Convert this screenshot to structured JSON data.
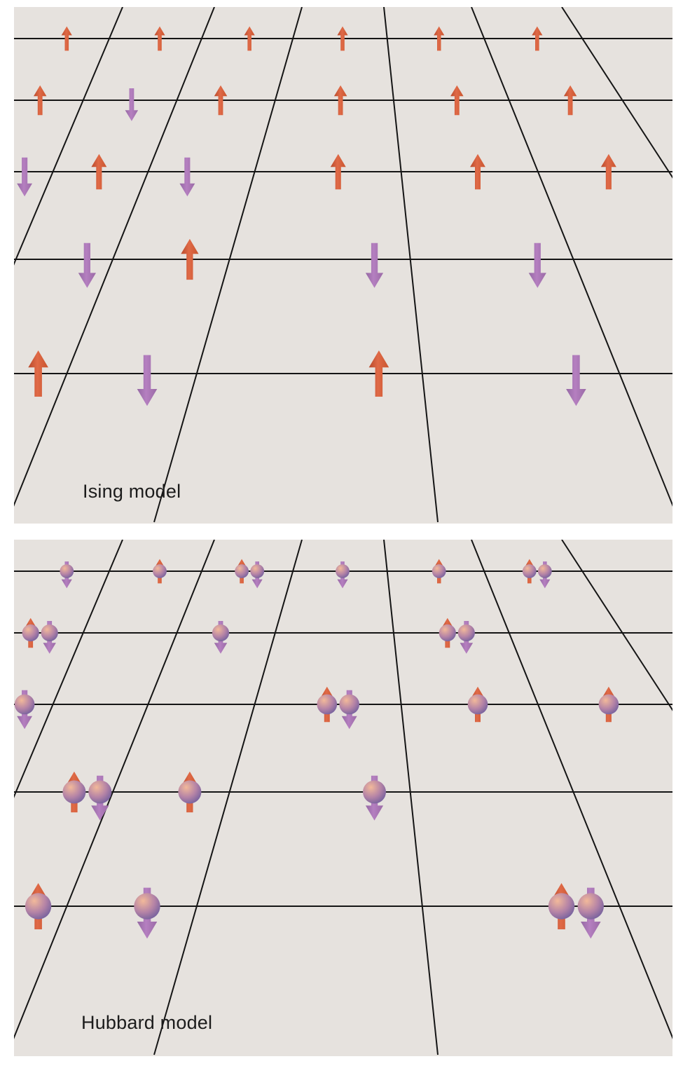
{
  "panels": [
    {
      "id": "ising",
      "label": "Ising model",
      "rows": [
        [
          [
            "up"
          ],
          [
            "up"
          ],
          [
            "up"
          ],
          [
            "up"
          ],
          [
            "up"
          ],
          [
            "up"
          ]
        ],
        [
          [
            "up"
          ],
          [
            "down"
          ],
          [
            "up"
          ],
          [
            "up"
          ],
          [
            "up"
          ],
          [
            "up"
          ]
        ],
        [
          [
            "down"
          ],
          [
            "up"
          ],
          [
            "down"
          ],
          [
            "up"
          ],
          [
            "up"
          ],
          [
            "up"
          ]
        ],
        [
          [
            "down"
          ],
          [
            "up"
          ],
          [
            "down"
          ],
          [
            "down"
          ]
        ],
        [
          [
            "up"
          ],
          [
            "down"
          ],
          [
            "up"
          ],
          [
            "down"
          ]
        ]
      ]
    },
    {
      "id": "hubbard",
      "label": "Hubbard model",
      "rows": [
        [
          [
            "down"
          ],
          [
            "up"
          ],
          [
            "up",
            "down"
          ],
          [
            "down"
          ],
          [
            "up"
          ],
          [
            "up",
            "down"
          ]
        ],
        [
          [
            "up",
            "down"
          ],
          [],
          [
            "down"
          ],
          [],
          [
            "up",
            "down"
          ],
          []
        ],
        [
          [
            "down"
          ],
          [],
          [],
          [
            "up",
            "down"
          ],
          [
            "up"
          ],
          [
            "up"
          ]
        ],
        [
          [
            "up",
            "down"
          ],
          [
            "up"
          ],
          [
            "down"
          ],
          []
        ],
        [
          [
            "up"
          ],
          [
            "down"
          ],
          [],
          [
            "up",
            "down"
          ]
        ]
      ]
    }
  ],
  "colors": {
    "background": "#e6e2de",
    "grid_line": "#151515",
    "spin_up": "#e06a47",
    "spin_down": "#b57fc0",
    "electron_light": "#f2b99a",
    "electron_dark": "#6e5d9d"
  }
}
